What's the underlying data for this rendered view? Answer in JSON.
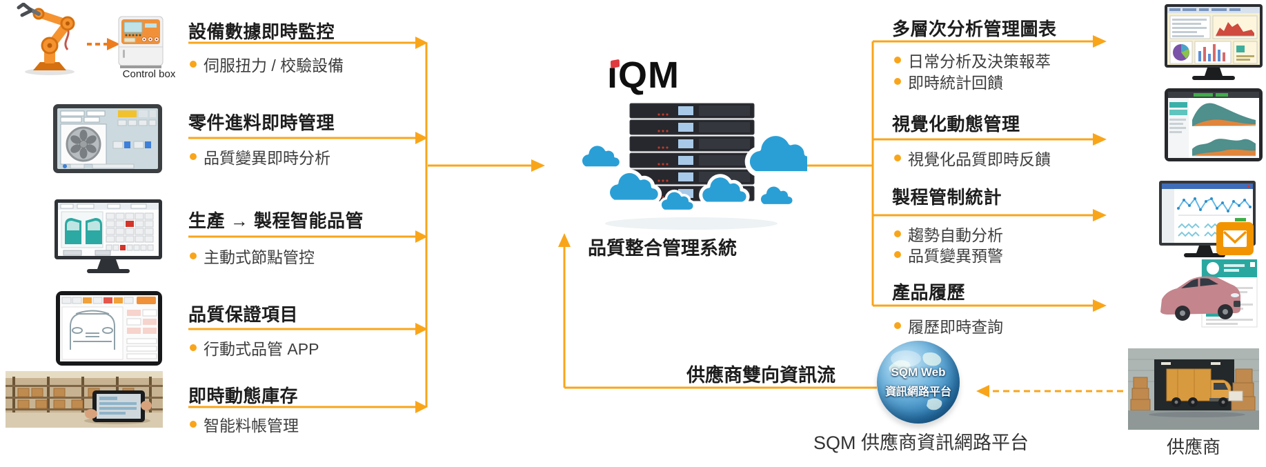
{
  "colors": {
    "accent_arrow": "#F9A51A",
    "robot_orange": "#ED7D1F",
    "logo_red": "#E0393E",
    "cloud_blue": "#2A9FD6",
    "title_text": "#1D1D1D",
    "bullet_text": "#3E3E3E"
  },
  "left_items": [
    {
      "title": "設備數據即時監控",
      "bullets": [
        "伺服扭力 / 校驗設備"
      ]
    },
    {
      "title": "零件進料即時管理",
      "bullets": [
        "品質變異即時分析"
      ]
    },
    {
      "title": "生產 → 製程智能品管",
      "bullets": [
        "主動式節點管控"
      ]
    },
    {
      "title": "品質保證項目",
      "bullets": [
        "行動式品管 APP"
      ]
    },
    {
      "title": "即時動態庫存",
      "bullets": [
        "智能料帳管理"
      ]
    }
  ],
  "right_items": [
    {
      "title": "多層次分析管理圖表",
      "bullets": [
        "日常分析及決策報萃",
        "即時統計回饋"
      ]
    },
    {
      "title": "視覺化動態管理",
      "bullets": [
        "視覺化品質即時反饋"
      ]
    },
    {
      "title": "製程管制統計",
      "bullets": [
        "趨勢自動分析",
        "品質變異預警"
      ]
    },
    {
      "title": "產品履歷",
      "bullets": [
        "履歷即時查詢"
      ]
    }
  ],
  "center": {
    "logo_stem": "ı",
    "logo_rest": "QM",
    "caption": "品質整合管理系統"
  },
  "left_images": {
    "control_box_label": "Control box"
  },
  "sqm": {
    "flow_label": "供應商雙向資訊流",
    "globe_line1": "SQM Web",
    "globe_line2": "資訊網路平台",
    "caption": "SQM 供應商資訊網路平台"
  },
  "supplier": {
    "caption": "供應商"
  }
}
